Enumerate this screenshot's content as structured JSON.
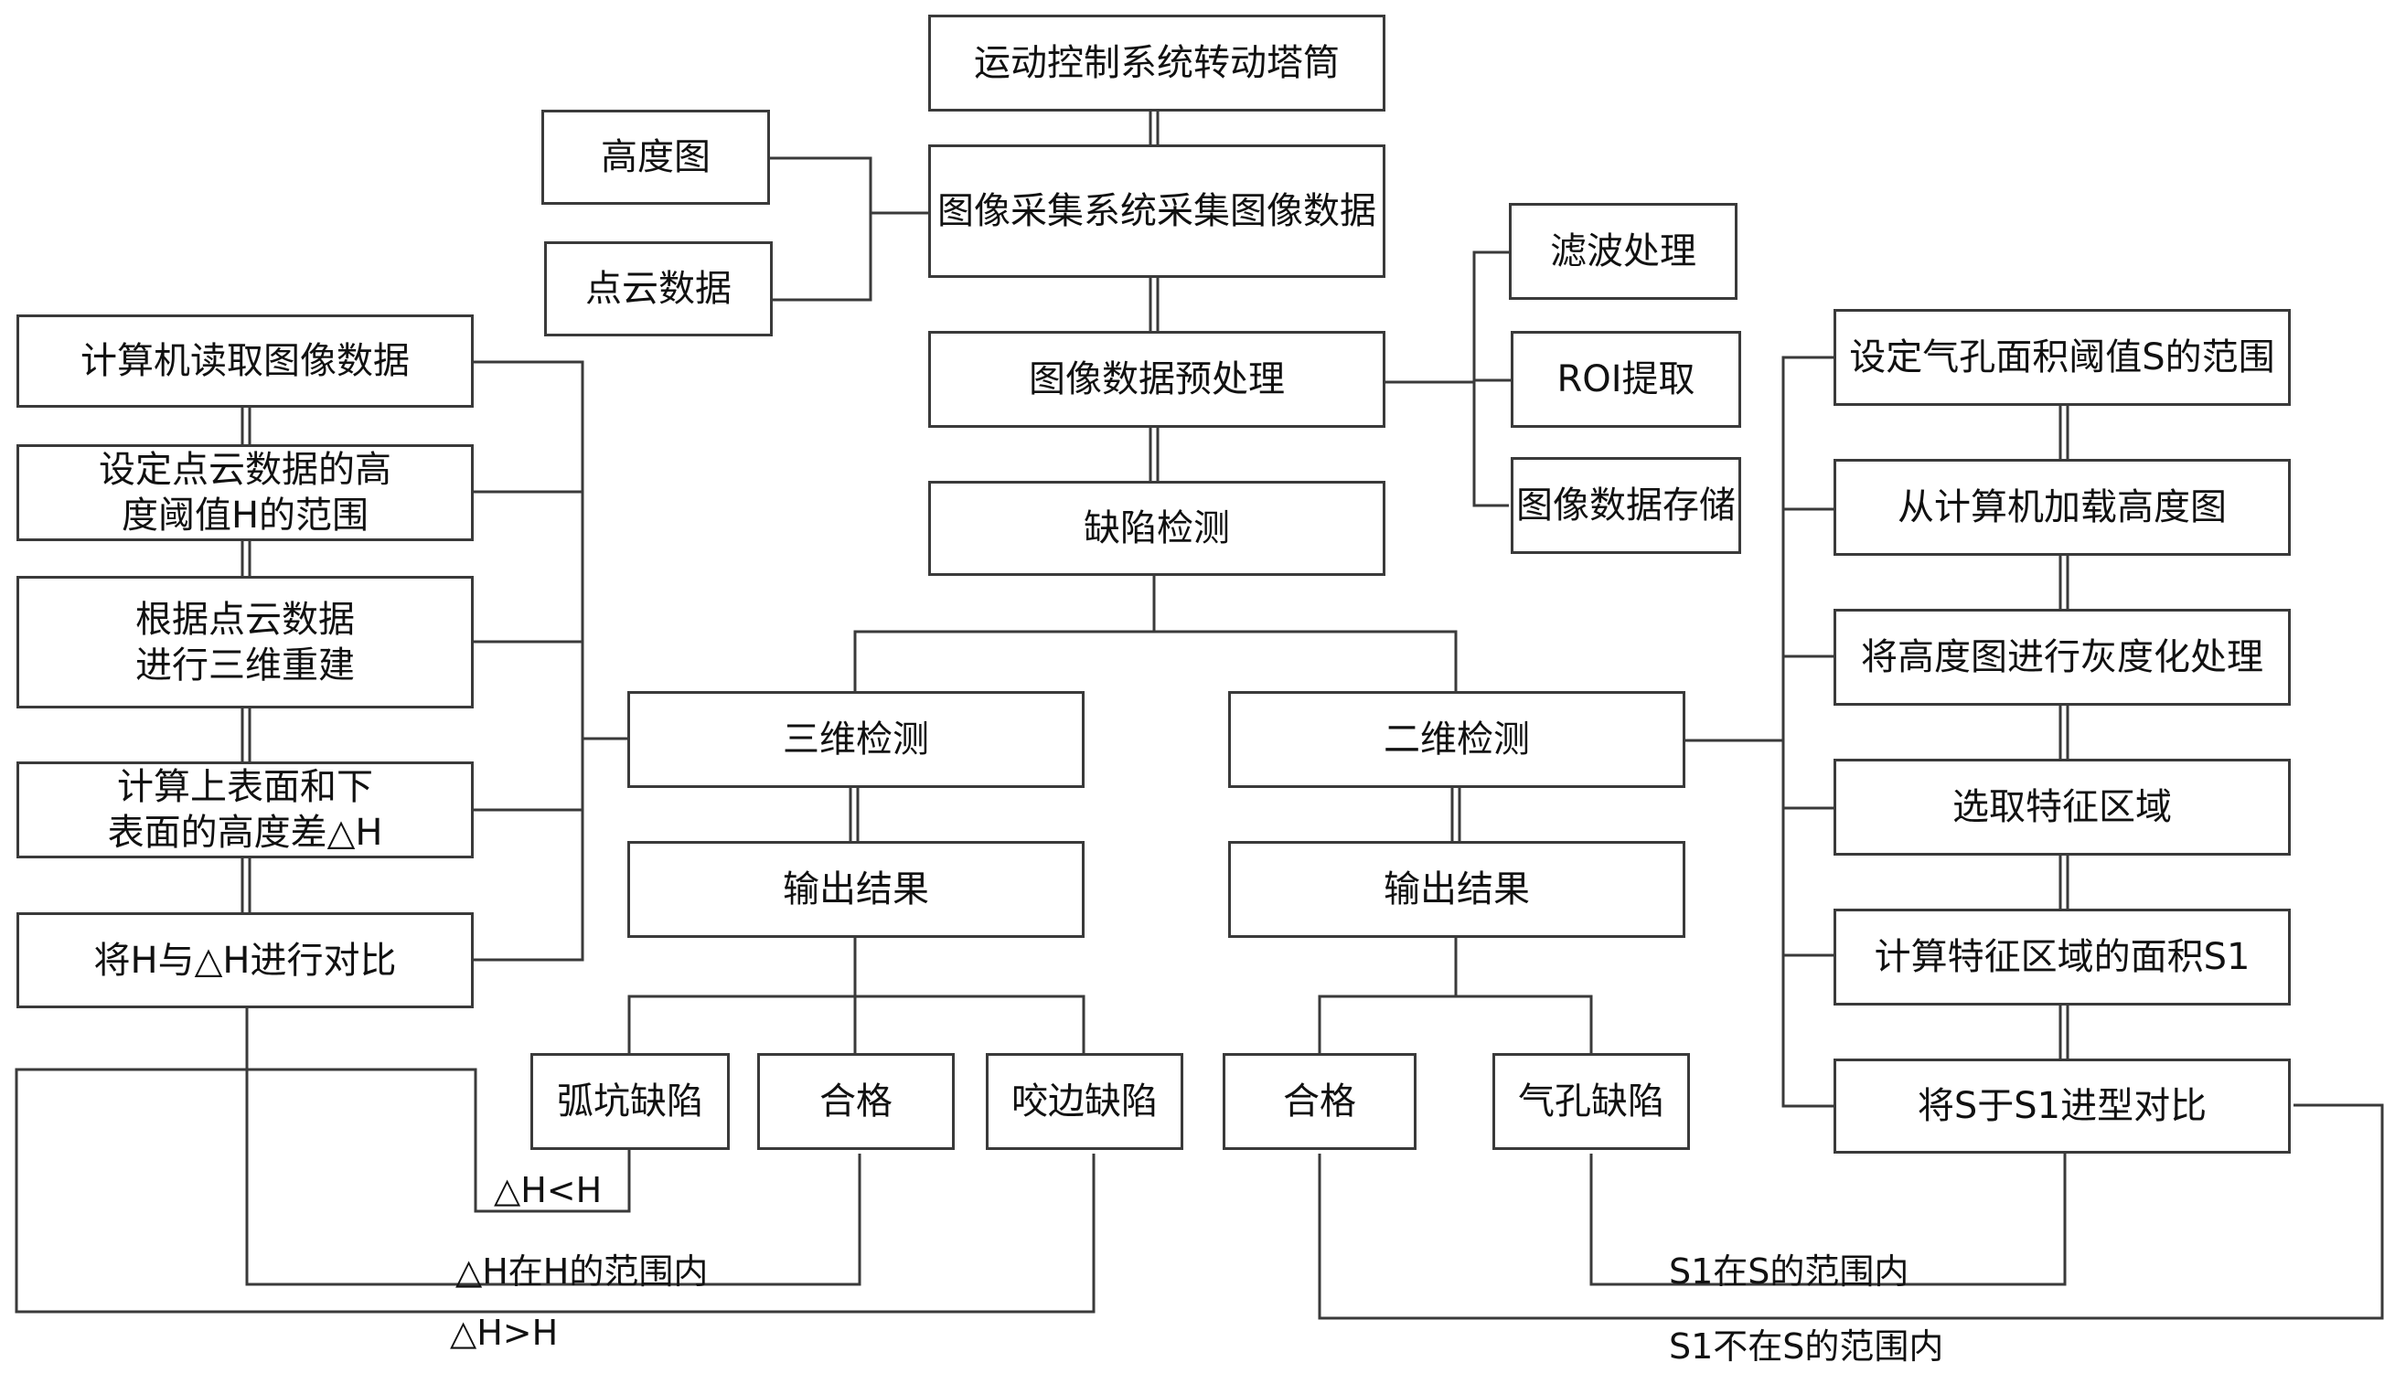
{
  "boxes": {
    "motion": "运动控制系统转动塔筒",
    "height_map": "高度图",
    "point_cloud": "点云数据",
    "acquire": "图像采集系统采集图像数据",
    "filter": "滤波处理",
    "preprocess": "图像数据预处理",
    "roi": "ROI提取",
    "storage": "图像数据存储",
    "defect_detect": "缺陷检测",
    "read_data": "计算机读取图像数据",
    "set_h": "设定点云数据的高\n度阈值H的范围",
    "reconstruct": "根据点云数据\n进行三维重建",
    "height_diff": "计算上表面和下\n表面的高度差△H",
    "compare_h": "将H与△H进行对比",
    "detect_3d": "三维检测",
    "output_3d": "输出结果",
    "crater": "弧坑缺陷",
    "pass_3d": "合格",
    "undercut": "咬边缺陷",
    "detect_2d": "二维检测",
    "output_2d": "输出结果",
    "pass_2d": "合格",
    "porosity": "气孔缺陷",
    "set_s": "设定气孔面积阈值S的范围",
    "load_height": "从计算机加载高度图",
    "grayscale": "将高度图进行灰度化处理",
    "select_region": "选取特征区域",
    "calc_area": "计算特征区域的面积S1",
    "compare_s": "将S于S1进型对比"
  },
  "conditions": {
    "dh_less_h": "△H<H",
    "dh_in_range": "△H在H的范围内",
    "dh_greater_h": "△H>H",
    "s1_in_range": "S1在S的范围内",
    "s1_out_range": "S1不在S的范围内"
  },
  "colors": {
    "line": "#3a3a3a",
    "text": "#111111",
    "background": "#ffffff"
  }
}
